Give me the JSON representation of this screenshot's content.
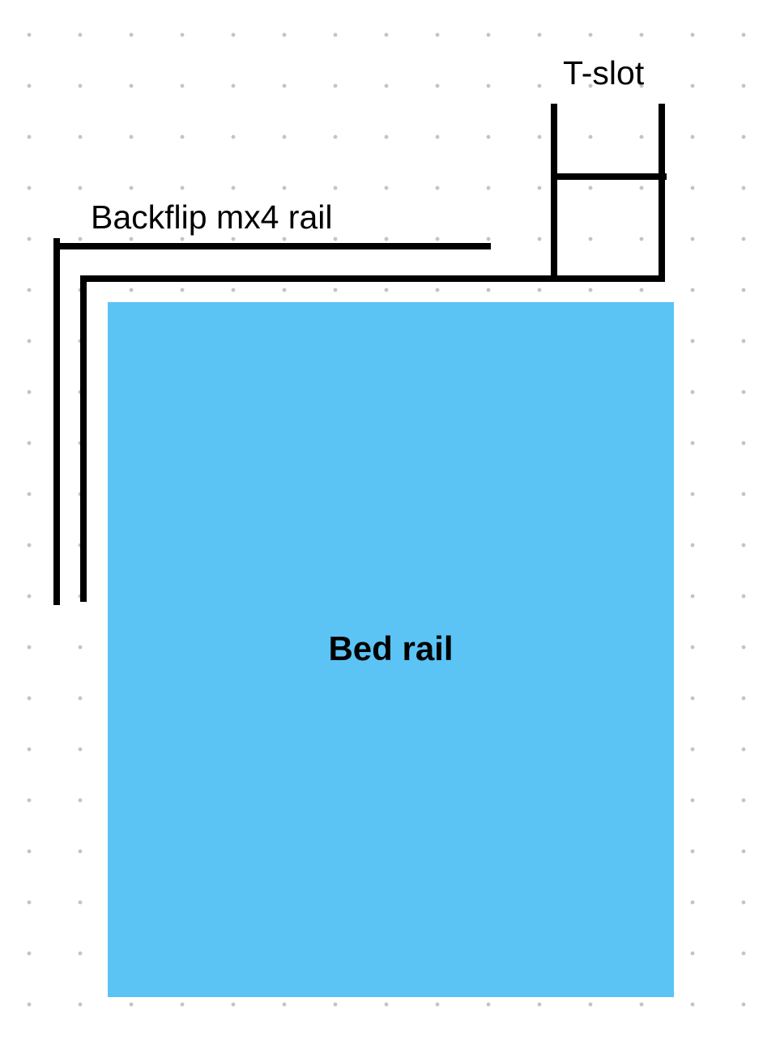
{
  "diagram": {
    "labels": {
      "tslot": "T-slot",
      "backflip_rail": "Backflip mx4 rail",
      "bed_rail": "Bed rail"
    },
    "colors": {
      "background": "#ffffff",
      "grid_dot": "#c4c4c4",
      "bed_rail_fill": "#5bc4f5",
      "stroke": "#000000"
    }
  }
}
